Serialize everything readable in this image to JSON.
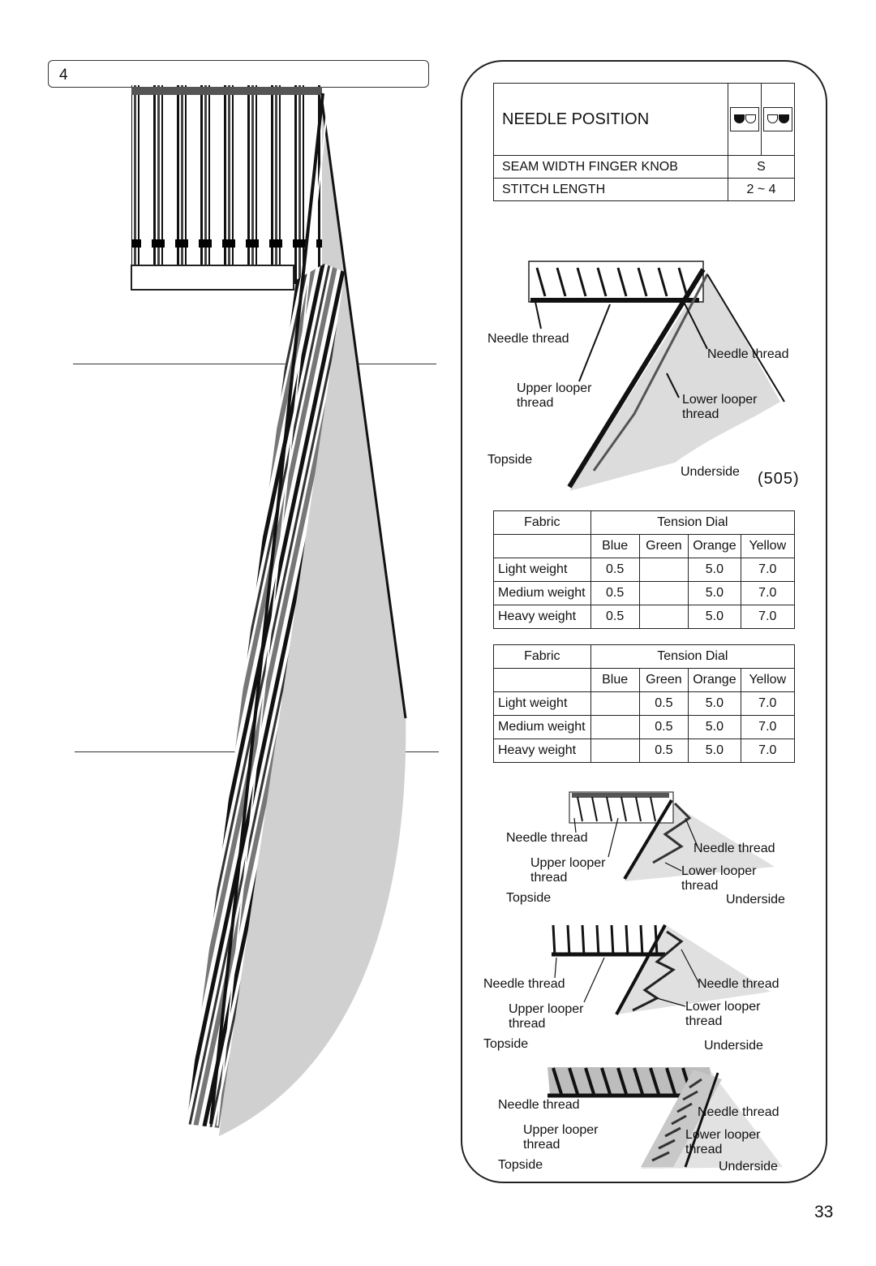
{
  "step": {
    "number": "4"
  },
  "needle_table": {
    "title": "NEEDLE POSITION",
    "icon_left": "left-needle-position-icon",
    "icon_right": "right-needle-position-icon",
    "rows": [
      {
        "label": "SEAM WIDTH FINGER KNOB",
        "value": "S"
      },
      {
        "label": "STITCH LENGTH",
        "value": "2 ~ 4"
      }
    ]
  },
  "diagram_main": {
    "needle_thread_1": "Needle thread",
    "needle_thread_2": "Needle thread",
    "upper_looper_1": "Upper looper",
    "upper_looper_2": "thread",
    "lower_looper_1": "Lower looper",
    "lower_looper_2": "thread",
    "topside": "Topside",
    "underside": "Underside",
    "model": "(505)"
  },
  "tension_table_1": {
    "fabric_header": "Fabric",
    "dial_header": "Tension Dial",
    "colors": [
      "Blue",
      "Green",
      "Orange",
      "Yellow"
    ],
    "rows": [
      {
        "fabric": "Light weight",
        "values": [
          "0.5",
          "",
          "5.0",
          "7.0"
        ]
      },
      {
        "fabric": "Medium weight",
        "values": [
          "0.5",
          "",
          "5.0",
          "7.0"
        ]
      },
      {
        "fabric": "Heavy weight",
        "values": [
          "0.5",
          "",
          "5.0",
          "7.0"
        ]
      }
    ]
  },
  "tension_table_2": {
    "fabric_header": "Fabric",
    "dial_header": "Tension Dial",
    "colors": [
      "Blue",
      "Green",
      "Orange",
      "Yellow"
    ],
    "rows": [
      {
        "fabric": "Light weight",
        "values": [
          "",
          "0.5",
          "5.0",
          "7.0"
        ]
      },
      {
        "fabric": "Medium weight",
        "values": [
          "",
          "0.5",
          "5.0",
          "7.0"
        ]
      },
      {
        "fabric": "Heavy weight",
        "values": [
          "",
          "0.5",
          "5.0",
          "7.0"
        ]
      }
    ]
  },
  "diagram_a": {
    "needle_thread_1": "Needle thread",
    "needle_thread_2": "Needle thread",
    "upper_looper_1": "Upper looper",
    "upper_looper_2": "thread",
    "lower_looper_1": "Lower looper",
    "lower_looper_2": "thread",
    "topside": "Topside",
    "underside": "Underside"
  },
  "diagram_b": {
    "needle_thread_1": "Needle thread",
    "needle_thread_2": "Needle thread",
    "upper_looper_1": "Upper looper",
    "upper_looper_2": "thread",
    "lower_looper_1": "Lower looper",
    "lower_looper_2": "thread",
    "topside": "Topside",
    "underside": "Underside"
  },
  "diagram_c": {
    "needle_thread_1": "Needle thread",
    "needle_thread_2": "Needle thread",
    "upper_looper_1": "Upper looper",
    "upper_looper_2": "thread",
    "lower_looper_1": "Lower looper",
    "lower_looper_2": "thread",
    "topside": "Topside",
    "underside": "Underside"
  },
  "page_number": "33"
}
